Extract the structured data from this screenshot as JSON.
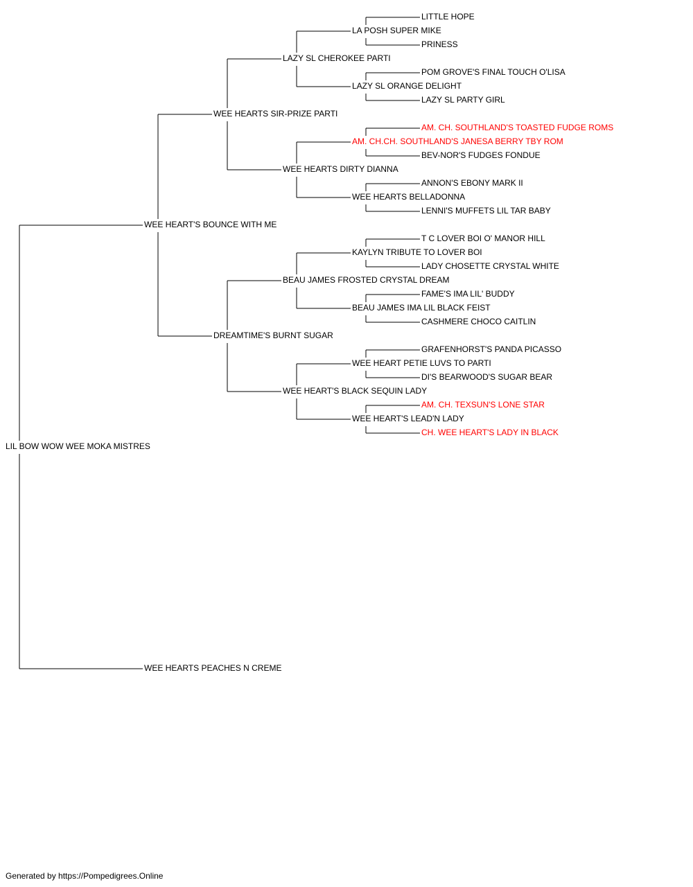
{
  "colors": {
    "line": "#000000",
    "text": "#000000",
    "champion": "#ff0000"
  },
  "pedigree": {
    "name": "LIL BOW WOW WEE MOKA MISTRES",
    "sire": {
      "name": "WEE HEART'S BOUNCE WITH ME",
      "sire": {
        "name": "WEE HEARTS SIR-PRIZE PARTI",
        "sire": {
          "name": "LAZY SL CHEROKEE PARTI",
          "sire": {
            "name": "LA POSH SUPER MIKE",
            "sire": {
              "name": "LITTLE HOPE"
            },
            "dam": {
              "name": "PRINESS"
            }
          },
          "dam": {
            "name": "LAZY SL ORANGE DELIGHT",
            "sire": {
              "name": "POM GROVE'S FINAL TOUCH O'LISA"
            },
            "dam": {
              "name": "LAZY SL PARTY GIRL"
            }
          }
        },
        "dam": {
          "name": "WEE HEARTS DIRTY DIANNA",
          "sire": {
            "name": "AM. CH.CH. SOUTHLAND'S JANESA BERRY TBY ROM",
            "champion": true,
            "sire": {
              "name": "AM. CH. SOUTHLAND'S TOASTED FUDGE ROMS",
              "champion": true
            },
            "dam": {
              "name": "BEV-NOR'S FUDGES FONDUE"
            }
          },
          "dam": {
            "name": "WEE HEARTS BELLADONNA",
            "sire": {
              "name": "ANNON'S EBONY MARK II"
            },
            "dam": {
              "name": "LENNI'S MUFFETS LIL TAR BABY"
            }
          }
        }
      },
      "dam": {
        "name": "DREAMTIME'S BURNT SUGAR",
        "sire": {
          "name": "BEAU JAMES FROSTED CRYSTAL DREAM",
          "sire": {
            "name": "KAYLYN TRIBUTE TO LOVER BOI",
            "sire": {
              "name": "T C LOVER BOI O' MANOR HILL"
            },
            "dam": {
              "name": "LADY CHOSETTE CRYSTAL WHITE"
            }
          },
          "dam": {
            "name": "BEAU JAMES IMA LIL BLACK FEIST",
            "sire": {
              "name": "FAME'S IMA LIL' BUDDY"
            },
            "dam": {
              "name": "CASHMERE CHOCO CAITLIN"
            }
          }
        },
        "dam": {
          "name": "WEE HEART'S BLACK SEQUIN LADY",
          "sire": {
            "name": "WEE HEART PETIE LUVS TO PARTI",
            "sire": {
              "name": "GRAFENHORST'S PANDA PICASSO"
            },
            "dam": {
              "name": "DI'S BEARWOOD'S SUGAR BEAR"
            }
          },
          "dam": {
            "name": "WEE HEART'S LEAD'N LADY",
            "sire": {
              "name": "AM. CH. TEXSUN'S LONE STAR",
              "champion": true
            },
            "dam": {
              "name": "CH. WEE HEART'S LADY IN BLACK",
              "champion": true
            }
          }
        }
      }
    },
    "dam": {
      "name": "WEE HEARTS PEACHES N CREME"
    }
  },
  "footer": "Generated by https://Pompedigrees.Online"
}
